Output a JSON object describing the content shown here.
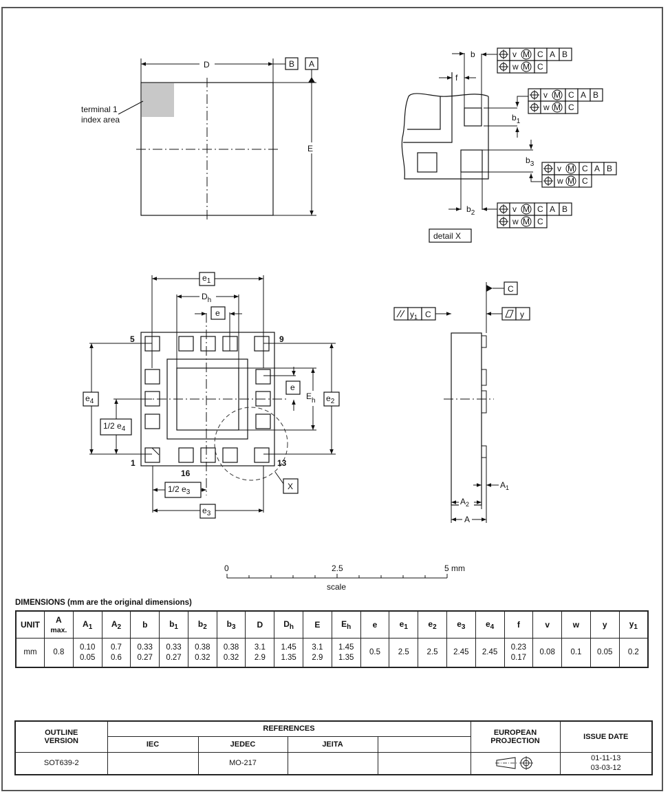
{
  "top_view": {
    "dim_D": "D",
    "dim_E": "E",
    "datum_B": "B",
    "datum_A": "A",
    "index_label_line1": "terminal 1",
    "index_label_line2": "index area"
  },
  "detail_view": {
    "label_b": "b",
    "label_f": "f",
    "label_b1": {
      "s": "b",
      "sub": "1"
    },
    "label_b2": {
      "s": "b",
      "sub": "2"
    },
    "label_b3": {
      "s": "b",
      "sub": "3"
    },
    "title": "detail X",
    "tolerance_frame": {
      "row1": [
        "v",
        "M",
        "C",
        "A",
        "B"
      ],
      "row2": [
        "w",
        "M",
        "C"
      ]
    }
  },
  "bottom_view": {
    "e1": {
      "s": "e",
      "sub": "1"
    },
    "Dh": {
      "s": "D",
      "sub": "h"
    },
    "e": "e",
    "e4": {
      "s": "e",
      "sub": "4"
    },
    "e2": {
      "s": "e",
      "sub": "2"
    },
    "Eh": {
      "s": "E",
      "sub": "h"
    },
    "half_e4": {
      "s": "1/2 e",
      "sub": "4"
    },
    "half_e3": {
      "s": "1/2 e",
      "sub": "3"
    },
    "e3": {
      "s": "e",
      "sub": "3"
    },
    "pin_5": "5",
    "pin_9": "9",
    "pin_1": "1",
    "pin_13": "13",
    "pin_16": "16",
    "detail_ref": "X"
  },
  "side_view": {
    "datum_C": "C",
    "parallelism_frame": {
      "y1": {
        "s": "y",
        "sub": "1"
      },
      "datum": "C"
    },
    "flatness_frame": {
      "value": "y"
    },
    "A1": {
      "s": "A",
      "sub": "1"
    },
    "A2": {
      "s": "A",
      "sub": "2"
    },
    "A": "A"
  },
  "scale": {
    "ticks": [
      "0",
      "2.5",
      "5 mm"
    ],
    "label": "scale"
  },
  "dimensions": {
    "title": "DIMENSIONS (mm are the original dimensions)",
    "columns": [
      {
        "s": "UNIT",
        "sub": ""
      },
      {
        "s": "A",
        "sub": "",
        "line2": "max."
      },
      {
        "s": "A",
        "sub": "1"
      },
      {
        "s": "A",
        "sub": "2"
      },
      {
        "s": "b",
        "sub": ""
      },
      {
        "s": "b",
        "sub": "1"
      },
      {
        "s": "b",
        "sub": "2"
      },
      {
        "s": "b",
        "sub": "3"
      },
      {
        "s": "D",
        "sub": ""
      },
      {
        "s": "D",
        "sub": "h"
      },
      {
        "s": "E",
        "sub": ""
      },
      {
        "s": "E",
        "sub": "h"
      },
      {
        "s": "e",
        "sub": ""
      },
      {
        "s": "e",
        "sub": "1"
      },
      {
        "s": "e",
        "sub": "2"
      },
      {
        "s": "e",
        "sub": "3"
      },
      {
        "s": "e",
        "sub": "4"
      },
      {
        "s": "f",
        "sub": ""
      },
      {
        "s": "v",
        "sub": ""
      },
      {
        "s": "w",
        "sub": ""
      },
      {
        "s": "y",
        "sub": ""
      },
      {
        "s": "y",
        "sub": "1"
      }
    ],
    "row": [
      [
        "mm"
      ],
      [
        "0.8"
      ],
      [
        "0.10",
        "0.05"
      ],
      [
        "0.7",
        "0.6"
      ],
      [
        "0.33",
        "0.27"
      ],
      [
        "0.33",
        "0.27"
      ],
      [
        "0.38",
        "0.32"
      ],
      [
        "0.38",
        "0.32"
      ],
      [
        "3.1",
        "2.9"
      ],
      [
        "1.45",
        "1.35"
      ],
      [
        "3.1",
        "2.9"
      ],
      [
        "1.45",
        "1.35"
      ],
      [
        "0.5"
      ],
      [
        "2.5"
      ],
      [
        "2.5"
      ],
      [
        "2.45"
      ],
      [
        "2.45"
      ],
      [
        "0.23",
        "0.17"
      ],
      [
        "0.08"
      ],
      [
        "0.1"
      ],
      [
        "0.05"
      ],
      [
        "0.2"
      ]
    ]
  },
  "outline": {
    "col_outline_version": "OUTLINE VERSION",
    "col_references": "REFERENCES",
    "col_iec": "IEC",
    "col_jedec": "JEDEC",
    "col_jeita": "JEITA",
    "col_projection": "EUROPEAN PROJECTION",
    "col_issue_date": "ISSUE DATE",
    "version": "SOT639-2",
    "iec": "",
    "jedec": "MO-217",
    "jeita": "",
    "issue_date_1": "01-11-13",
    "issue_date_2": "03-03-12"
  }
}
